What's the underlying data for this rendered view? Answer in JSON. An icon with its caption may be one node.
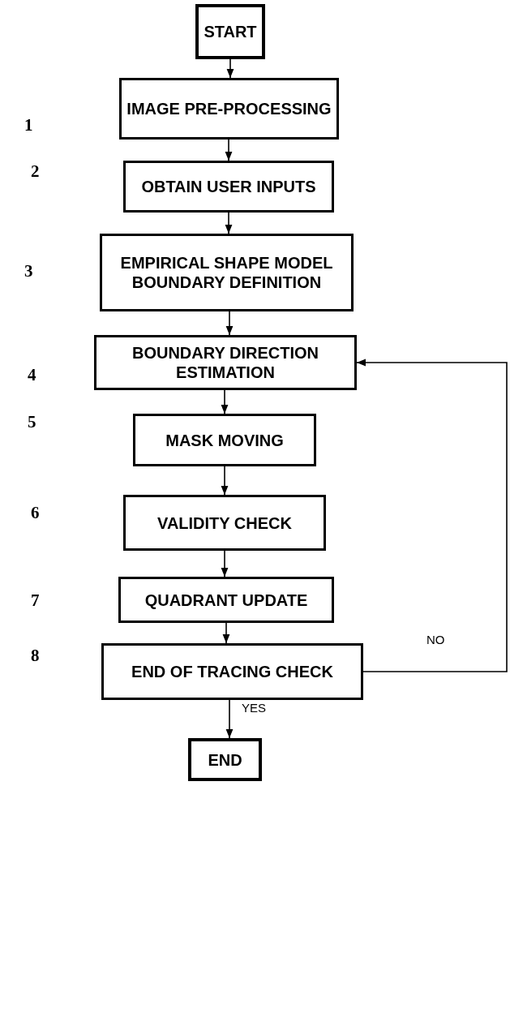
{
  "diagram": {
    "nodes": [
      {
        "text": [
          "START"
        ]
      },
      {
        "text": [
          "IMAGE PRE-PROCESSING"
        ]
      },
      {
        "text": [
          "OBTAIN USER INPUTS"
        ]
      },
      {
        "text": [
          "EMPIRICAL SHAPE MODEL BOUNDARY DEFINITION"
        ]
      },
      {
        "text": [
          "BOUNDARY DIRECTION ESTIMATION"
        ]
      },
      {
        "text": [
          "MASK MOVING"
        ]
      },
      {
        "text": [
          "VALIDITY CHECK"
        ]
      },
      {
        "text": [
          "QUADRANT UPDATE"
        ]
      },
      {
        "text": [
          "END OF TRACING CHECK"
        ]
      },
      {
        "text": [
          "END"
        ]
      }
    ],
    "edges": [
      {
        "from": 0,
        "to": 1,
        "arrow": "to"
      },
      {
        "from": 1,
        "to": 2,
        "arrow": "to"
      },
      {
        "from": 2,
        "to": 3,
        "arrow": "to"
      },
      {
        "from": 3,
        "to": 4,
        "arrow": "to"
      },
      {
        "from": 4,
        "to": 5,
        "arrow": "to"
      },
      {
        "from": 5,
        "to": 6,
        "arrow": "to"
      },
      {
        "from": 6,
        "to": 7,
        "arrow": "to"
      },
      {
        "from": 7,
        "to": 8,
        "arrow": "to"
      },
      {
        "from": 8,
        "to": 9,
        "label": "YES",
        "arrow": "to"
      },
      {
        "from": 8,
        "to": 4,
        "label": "NO",
        "arrow": "to"
      }
    ],
    "labels": [
      "1",
      "2",
      "3",
      "4",
      "5",
      "6",
      "7",
      "8"
    ]
  }
}
